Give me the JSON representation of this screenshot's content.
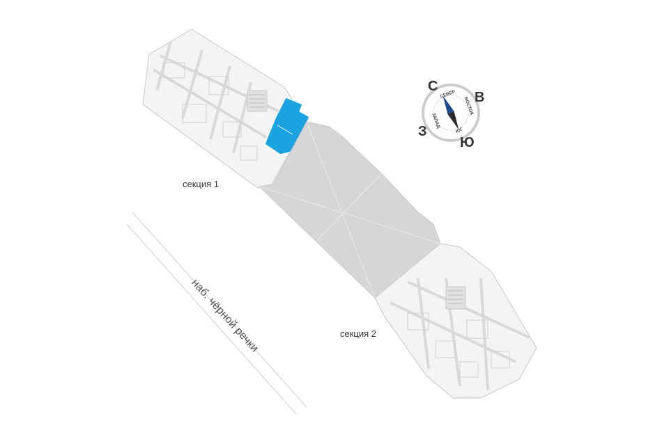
{
  "sections": {
    "section1_label": "секция 1",
    "section2_label": "секция 2"
  },
  "street": {
    "label": "наб. чёрной речки"
  },
  "compass": {
    "north_letter": "С",
    "east_letter": "В",
    "south_letter": "Ю",
    "west_letter": "З",
    "north_word": "СЕВЕР",
    "east_word": "ВОСТОК",
    "south_word": "ЮГ",
    "west_word": "ЗАПАД"
  },
  "colors": {
    "highlight": "#1aa3e0",
    "courtyard": "#d6d6d6",
    "walls": "#e4e4e4",
    "compass_needle_north": "#1e4b8f",
    "compass_needle_south": "#2b2b2b"
  }
}
